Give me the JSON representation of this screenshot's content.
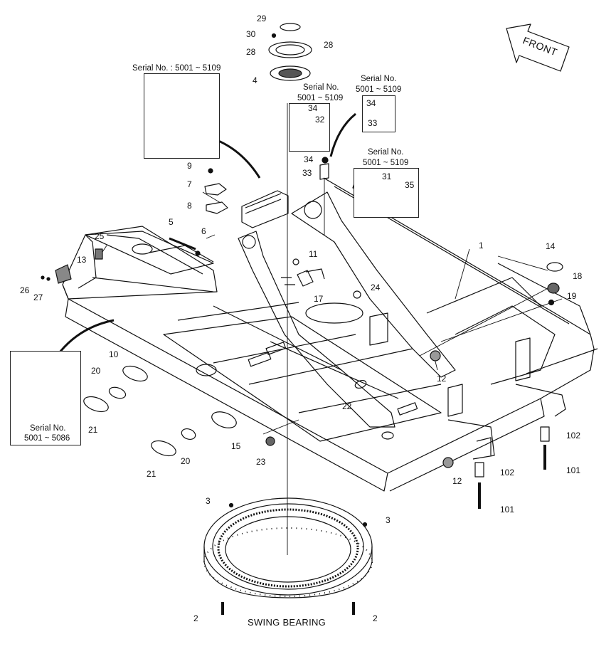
{
  "diagram": {
    "front_label": "FRONT",
    "caption": "SWING BEARING",
    "serial_boxes": {
      "top_left": {
        "title": "Serial No. : 5001 ~ 5109"
      },
      "mid_upper_left": {
        "title": "Serial No.",
        "range": "5001 ~ 5109"
      },
      "mid_upper_right": {
        "title": "Serial No.",
        "range": "5001 ~ 5109"
      },
      "mid_right": {
        "title": "Serial No.",
        "range": "5001 ~ 5109"
      },
      "bottom_left": {
        "title": "Serial No.",
        "range": "5001 ~ 5086"
      }
    },
    "callouts": {
      "c1": "1",
      "c2a": "2",
      "c2b": "2",
      "c3a": "3",
      "c3b": "3",
      "c4": "4",
      "c5": "5",
      "c6": "6",
      "c7": "7",
      "c8": "8",
      "c9": "9",
      "c10": "10",
      "c11": "11",
      "c12a": "12",
      "c12b": "12",
      "c13": "13",
      "c14": "14",
      "c15": "15",
      "c17": "17",
      "c18": "18",
      "c19": "19",
      "c20a": "20",
      "c20b": "20",
      "c21a": "21",
      "c21b": "21",
      "c22": "22",
      "c23": "23",
      "c24": "24",
      "c25": "25",
      "c26": "26",
      "c27": "27",
      "c28a": "28",
      "c28b": "28",
      "c29": "29",
      "c30": "30",
      "c31": "31",
      "c32": "32",
      "c33a": "33",
      "c33b": "33",
      "c34a": "34",
      "c34b": "34",
      "c34c": "34",
      "c35": "35",
      "c101a": "101",
      "c101b": "101",
      "c102a": "102",
      "c102b": "102"
    }
  }
}
